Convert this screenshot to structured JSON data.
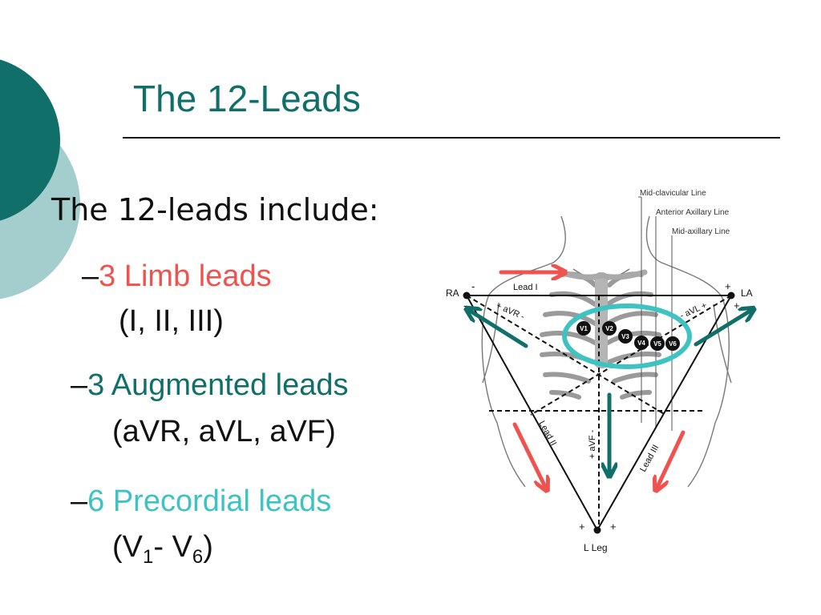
{
  "slide": {
    "title": "The 12-Leads",
    "intro": "The 12-leads include:",
    "items": [
      {
        "dash": "–",
        "label": "3 Limb leads",
        "detail": "(I, II, III)",
        "color": "#ef5350"
      },
      {
        "dash": "–",
        "label": "3 Augmented leads",
        "detail": "(aVR, aVL, aVF)",
        "color": "#116f6a"
      },
      {
        "dash": "–",
        "label": "6 Precordial leads",
        "detail_open": "(V",
        "detail_sub1": "1",
        "detail_mid": "- V",
        "detail_sub2": "6",
        "detail_close": ")",
        "color": "#3ec3c2"
      }
    ]
  },
  "diagram": {
    "lines": {
      "mid_clavicular": "Mid-clavicular Line",
      "anterior_axillary": "Anterior Axillary Line",
      "mid_axillary": "Mid-axillary Line"
    },
    "nodes": {
      "ra": "RA",
      "la": "LA",
      "leg": "L Leg"
    },
    "leads": {
      "lead_i": "Lead I",
      "lead_ii": "Lead II",
      "lead_iii": "Lead III",
      "avr": "+ aVR -",
      "avl": "- aVL +",
      "avf": "+ aVF -"
    },
    "polarity": {
      "minus": "-",
      "plus": "+"
    },
    "precordial": [
      "V1",
      "V2",
      "V3",
      "V4",
      "V5",
      "V6"
    ],
    "colors": {
      "limb_arrow": "#ef5350",
      "augmented_arrow": "#116f6a",
      "precordial_ring": "#3ec3c2"
    }
  }
}
